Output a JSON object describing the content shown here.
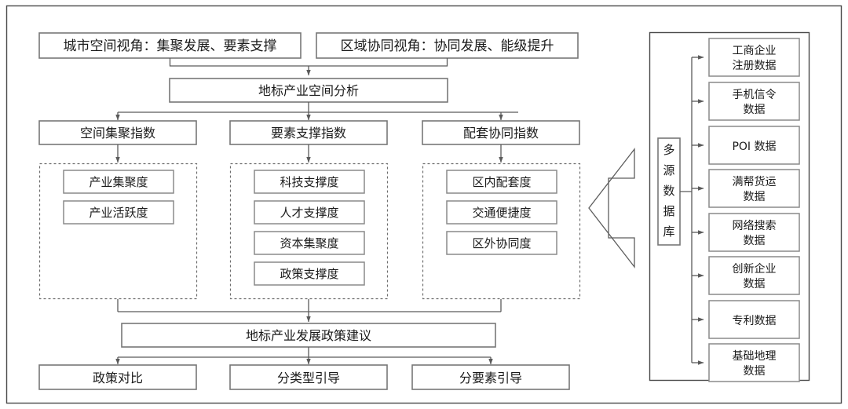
{
  "diagram": {
    "title_perspectives": [
      {
        "id": "urban-spatial",
        "label": "城市空间视角：集聚发展、要素支撑"
      },
      {
        "id": "regional-coordination",
        "label": "区域协同视角：协同发展、能级提升"
      }
    ],
    "analysis_node": {
      "id": "landmark-industry-spatial-analysis",
      "label": "地标产业空间分析"
    },
    "index_columns": [
      {
        "id": "spatial-agglomeration-index",
        "label": "空间集聚指数",
        "items": [
          {
            "id": "industry-agglomeration-degree",
            "label": "产业集聚度"
          },
          {
            "id": "industry-activity-degree",
            "label": "产业活跃度"
          }
        ]
      },
      {
        "id": "factor-support-index",
        "label": "要素支撑指数",
        "items": [
          {
            "id": "tech-support-degree",
            "label": "科技支撑度"
          },
          {
            "id": "talent-support-degree",
            "label": "人才支撑度"
          },
          {
            "id": "capital-agglomeration-degree",
            "label": "资本集聚度"
          },
          {
            "id": "policy-support-degree",
            "label": "政策支撑度"
          }
        ]
      },
      {
        "id": "supporting-coordination-index",
        "label": "配套协同指数",
        "items": [
          {
            "id": "intra-zone-supporting-degree",
            "label": "区内配套度"
          },
          {
            "id": "transport-convenience-degree",
            "label": "交通便捷度"
          },
          {
            "id": "extra-zone-coordination-degree",
            "label": "区外协同度"
          }
        ]
      }
    ],
    "policy_node": {
      "id": "landmark-industry-policy-recommendation",
      "label": "地标产业发展政策建议"
    },
    "outcomes": [
      {
        "id": "policy-comparison",
        "label": "政策对比"
      },
      {
        "id": "by-type-guidance",
        "label": "分类型引导"
      },
      {
        "id": "by-factor-guidance",
        "label": "分要素引导"
      }
    ],
    "data_panel": {
      "database_label": "多源数据库",
      "database_label_chars": [
        "多",
        "源",
        "数",
        "据",
        "库"
      ],
      "sources": [
        {
          "id": "business-registration-data",
          "lines": [
            "工商企业",
            "注册数据"
          ]
        },
        {
          "id": "mobile-signaling-data",
          "lines": [
            "手机信令",
            "数据"
          ]
        },
        {
          "id": "poi-data",
          "lines": [
            "POI 数据"
          ]
        },
        {
          "id": "manbang-freight-data",
          "lines": [
            "满帮货运",
            "数据"
          ]
        },
        {
          "id": "web-search-data",
          "lines": [
            "网络搜索",
            "数据"
          ]
        },
        {
          "id": "innovative-enterprise-data",
          "lines": [
            "创新企业",
            "数据"
          ]
        },
        {
          "id": "patent-data",
          "lines": [
            "专利数据"
          ]
        },
        {
          "id": "basic-geographic-data",
          "lines": [
            "基础地理",
            "数据"
          ]
        }
      ]
    },
    "feed_arrow": {
      "id": "data-feed-arrow",
      "direction": "left"
    },
    "colors": {
      "background": "#ffffff",
      "frame_stroke": "#4a4a4a",
      "box_stroke": "#8a8a8a",
      "dashed_stroke": "#6d6d6d",
      "connector_stroke": "#5a5a5a",
      "text": "#1a1a1a"
    }
  }
}
